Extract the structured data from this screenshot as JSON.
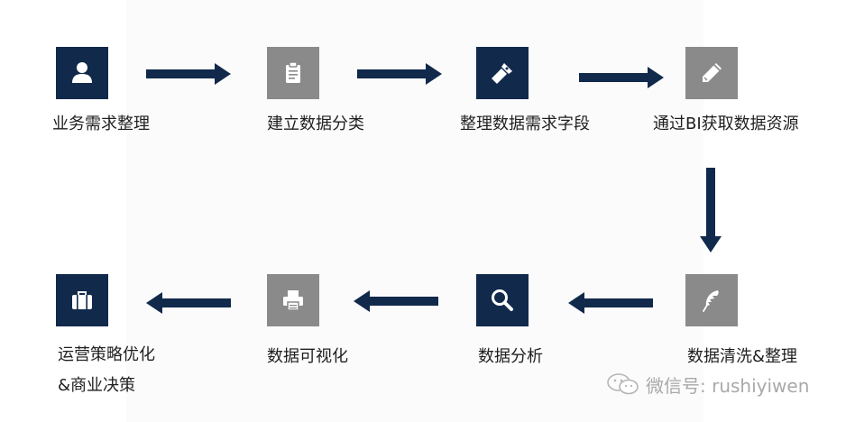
{
  "colors": {
    "dark": "#11294b",
    "gray": "#8a8a8a",
    "arrow": "#11294b",
    "icon": "#ffffff"
  },
  "steps": [
    {
      "label": "业务需求整理",
      "icon": "user-icon",
      "tone": "dark"
    },
    {
      "label": "建立数据分类",
      "icon": "clipboard-icon",
      "tone": "gray"
    },
    {
      "label": "整理数据需求字段",
      "icon": "flashlight-icon",
      "tone": "dark"
    },
    {
      "label": "通过BI获取数据资源",
      "icon": "pencil-icon",
      "tone": "gray"
    },
    {
      "label": "数据清洗&整理",
      "icon": "feather-icon",
      "tone": "gray"
    },
    {
      "label": "数据分析",
      "icon": "search-icon",
      "tone": "dark"
    },
    {
      "label": "数据可视化",
      "icon": "printer-icon",
      "tone": "gray"
    },
    {
      "label_lines": [
        "运营策略优化",
        "&商业决策"
      ],
      "icon": "briefcase-icon",
      "tone": "dark"
    }
  ],
  "watermark": {
    "text": "微信号: rushiyiwen",
    "icon": "wechat-icon"
  }
}
